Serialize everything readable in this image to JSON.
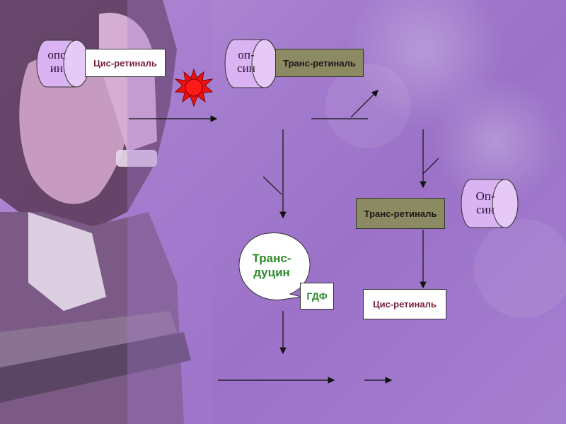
{
  "diagram": {
    "opsin_1": {
      "line1": "опс",
      "line2": "ин"
    },
    "cis_retinal_1": "Цис-ретиналь",
    "opsin_2": {
      "line1": "оп-",
      "line2": "син"
    },
    "trans_retinal_1": "Транс-ретиналь",
    "opsin_3": {
      "line1": "Оп-",
      "line2": "син"
    },
    "trans_retinal_2": "Транс-ретиналь",
    "transducin": {
      "line1": "Транс-",
      "line2": "дуцин"
    },
    "gdp": "ГДФ",
    "cis_retinal_2": "Цис-ретиналь"
  },
  "colors": {
    "background": "#a47cce",
    "opsin_fill": "#d9b3f2",
    "trans_retinal_fill": "#8c8a62",
    "light_burst": "#ee1111",
    "transducin_text": "#2e8b2e",
    "cis_retinal_text": "#7a1d3a"
  },
  "icons": {
    "light": "red-sun-burst-icon"
  }
}
